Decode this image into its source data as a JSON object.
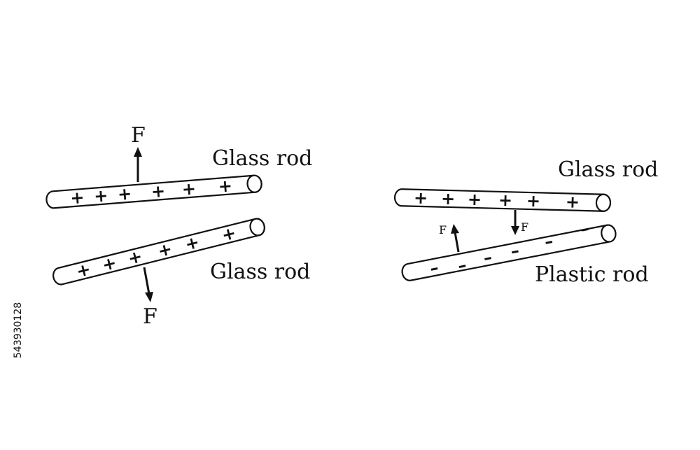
{
  "left_diagram": {
    "top_rod_label": "Glass rod",
    "bottom_rod_label": "Glass rod",
    "top_force_label": "F",
    "bottom_force_label": "F",
    "top_rod_charges": "+ + + + + +",
    "bottom_rod_charges": "+ + + + + +"
  },
  "right_diagram": {
    "top_rod_label": "Glass rod",
    "bottom_rod_label": "Plastic rod",
    "top_force_label": "F",
    "bottom_force_label": "F",
    "top_rod_charges": "+ + + + + +",
    "bottom_rod_charges": "– – – – – –"
  },
  "watermark_id": "543930128",
  "colors": {
    "ink": "#111111",
    "background": "#ffffff"
  }
}
